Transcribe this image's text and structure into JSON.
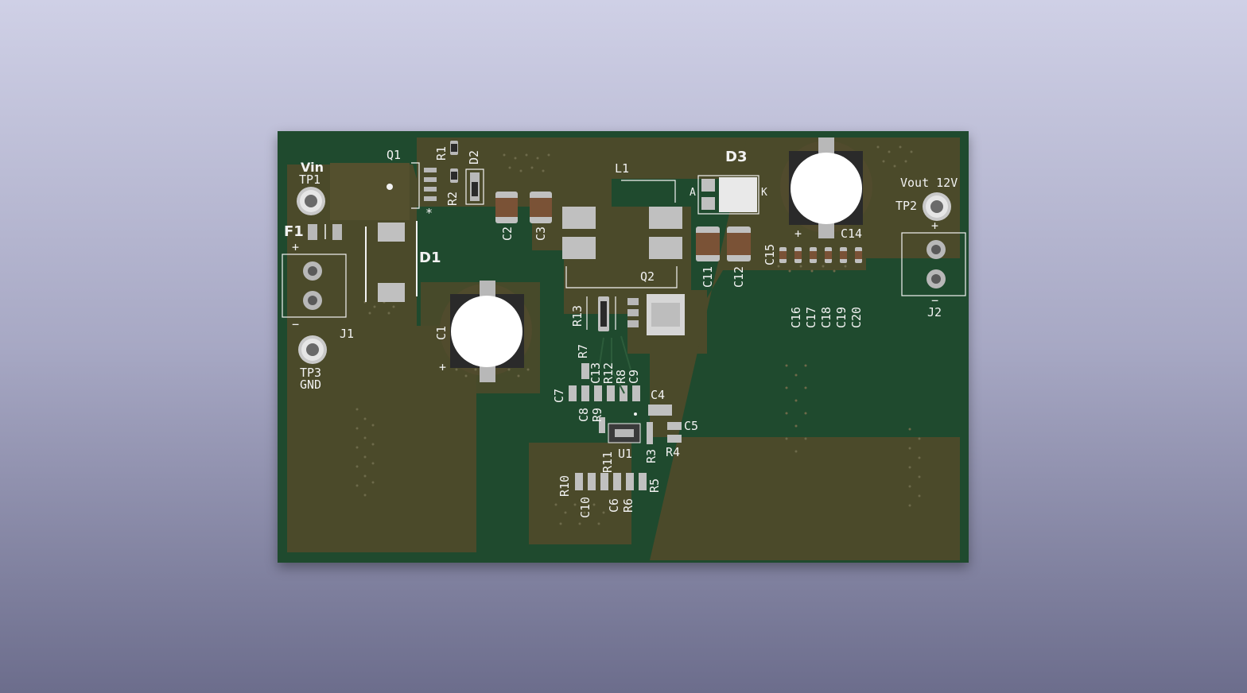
{
  "colors": {
    "board": "#1f4a2e",
    "copper_pour": "#4b4a2a",
    "pad": "#b8b8b8",
    "silkscreen": "#f2f2f2",
    "capacitor_body": "#7a5236"
  },
  "labels": {
    "vin": "Vin",
    "tp1": "TP1",
    "f1": "F1",
    "j1": "J1",
    "tp3": "TP3",
    "gnd": "GND",
    "q1": "Q1",
    "r1": "R1",
    "r2": "R2",
    "d2": "D2",
    "d1": "D1",
    "c1": "C1",
    "c2": "C2",
    "c3": "C3",
    "l1": "L1",
    "q2": "Q2",
    "d3": "D3",
    "anode": "A",
    "cathode": "K",
    "c11": "C11",
    "c12": "C12",
    "c14": "C14",
    "c15": "C15",
    "c16": "C16",
    "c17": "C17",
    "c18": "C18",
    "c19": "C19",
    "c20": "C20",
    "vout": "Vout 12V",
    "tp2": "TP2",
    "j2": "J2",
    "r13": "R13",
    "r7": "R7",
    "c13": "C13",
    "r12": "R12",
    "r8": "R8",
    "c9": "C9",
    "c7": "C7",
    "c8": "C8",
    "r9": "R9",
    "c4": "C4",
    "c5": "C5",
    "r3": "R3",
    "r4": "R4",
    "u1": "U1",
    "r11": "R11",
    "r10": "R10",
    "c10": "C10",
    "c6": "C6",
    "r6": "R6",
    "r5": "R5",
    "plus": "+",
    "minus": "−",
    "star": "*"
  }
}
